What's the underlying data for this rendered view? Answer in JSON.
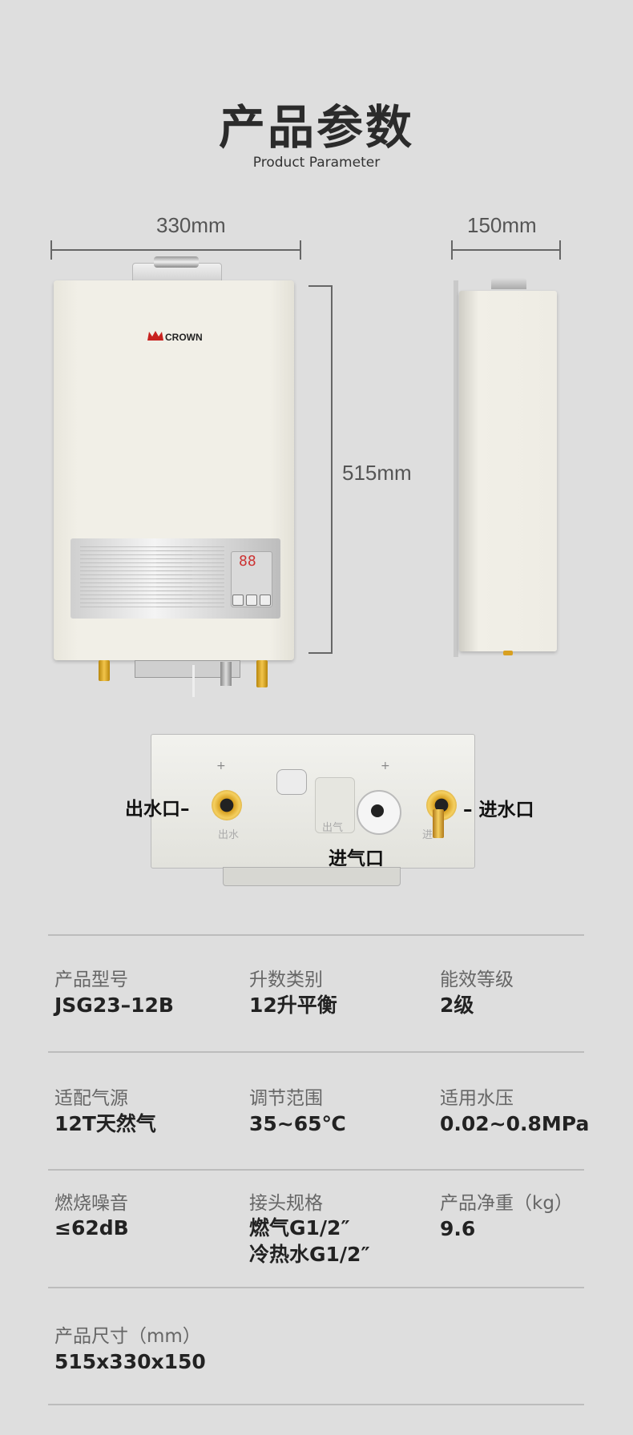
{
  "header": {
    "title": "产品参数",
    "subtitle": "Product Parameter"
  },
  "dimensions": {
    "width": "330mm",
    "depth": "150mm",
    "height": "515mm"
  },
  "product_image": {
    "brand_logo": "CROWN",
    "display_digits": "88"
  },
  "ports": {
    "water_out": "出水口–",
    "water_in": "– 进水口",
    "gas_in": "进气口",
    "faint_out": "出水",
    "faint_gas": "出气",
    "faint_in": "进"
  },
  "specs": [
    {
      "label": "产品型号",
      "value": "JSG23–12B"
    },
    {
      "label": "升数类别",
      "value": "12升平衡"
    },
    {
      "label": "能效等级",
      "value": "2级"
    },
    {
      "label": "适配气源",
      "value": "12T天然气"
    },
    {
      "label": "调节范围",
      "value": "35~65℃"
    },
    {
      "label": "适用水压",
      "value": "0.02~0.8MPa"
    },
    {
      "label": "燃烧噪音",
      "value": "≤62dB"
    },
    {
      "label": "接头规格",
      "value": "燃气G1/2″",
      "value2": "冷热水G1/2″"
    },
    {
      "label": "产品净重（kg）",
      "value": "9.6"
    },
    {
      "label": "产品尺寸（mm）",
      "value": "515x330x150"
    }
  ],
  "colors": {
    "background": "#dedede",
    "divider": "#bcbcbc",
    "brass": "#d8a020",
    "crown_red": "#c8221f"
  }
}
